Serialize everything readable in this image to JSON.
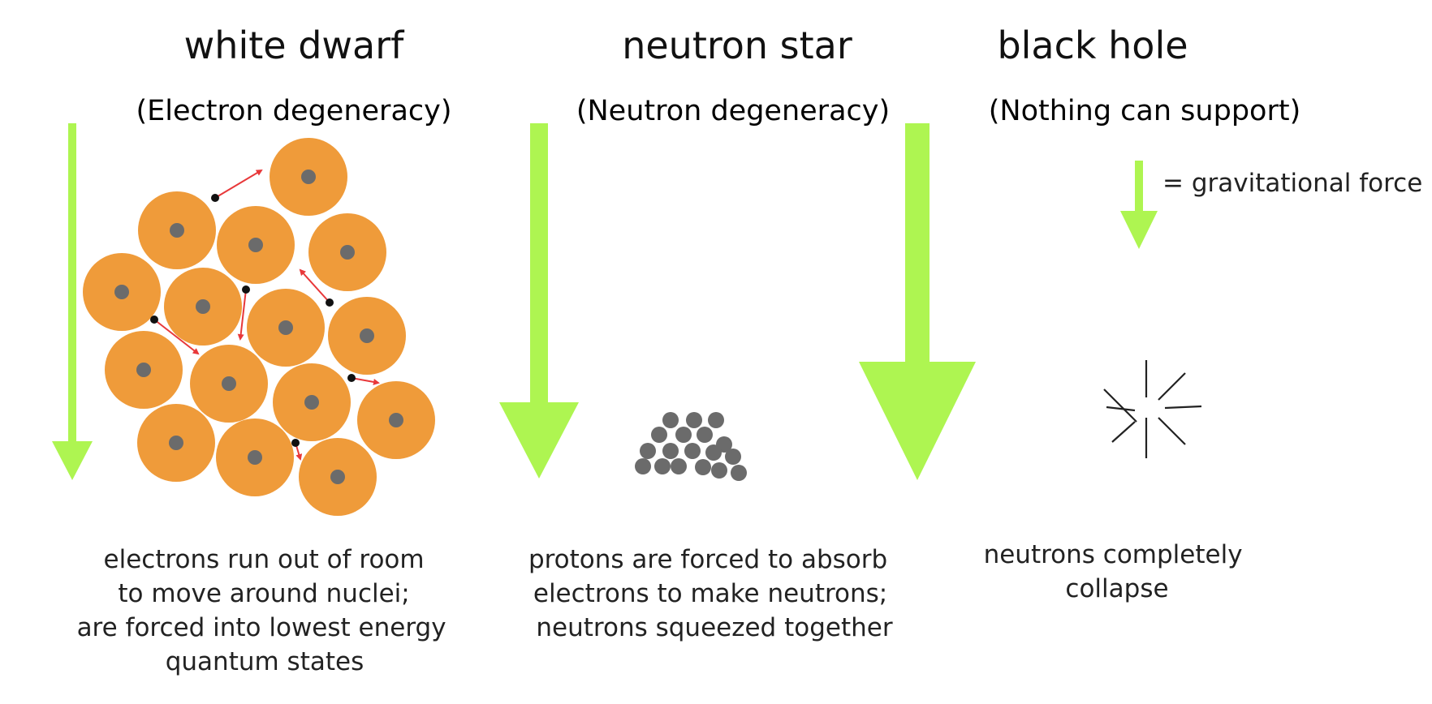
{
  "colors": {
    "arrow": "#aef551",
    "atom": "#ef9b3a",
    "nucleus": "#6b6b6b",
    "electron_path": "#e8383a",
    "electron": "#111111",
    "neutron": "#6b6b6b",
    "collapse_lines": "#222222"
  },
  "legend": {
    "text": "= gravitational force",
    "icon": "down-arrow-icon"
  },
  "panels": [
    {
      "title": "white dwarf",
      "subtitle": "(Electron degeneracy)",
      "caption": [
        "electrons run out of room",
        "to move around nuclei;",
        "are forced into lowest energy",
        "quantum states"
      ]
    },
    {
      "title": "neutron star",
      "subtitle": "(Neutron degeneracy)",
      "caption": [
        "protons are forced to absorb",
        "electrons to make neutrons;",
        "neutrons squeezed together"
      ]
    },
    {
      "title": "black hole",
      "subtitle": "(Nothing can support)",
      "caption": [
        "neutrons completely",
        "collapse"
      ]
    }
  ]
}
